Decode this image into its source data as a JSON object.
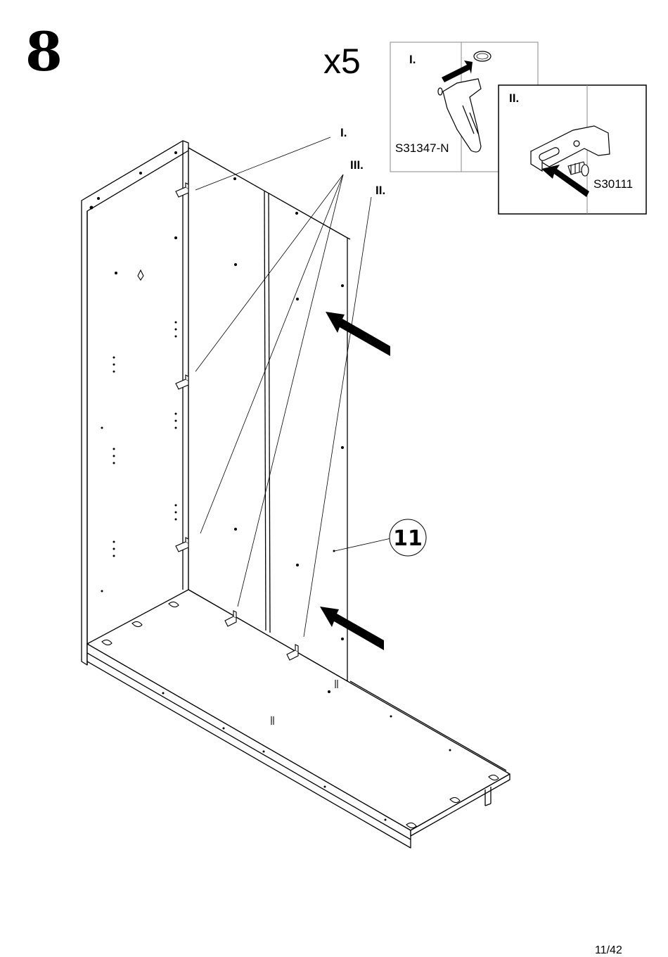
{
  "step": {
    "number": "8",
    "quantity": "x5"
  },
  "labels": {
    "detail_1": "I.",
    "detail_2": "II.",
    "detail_3": "III."
  },
  "detail_1": {
    "label": "I.",
    "part_code": "S31347-N"
  },
  "detail_2": {
    "label": "II.",
    "part_code": "S30111"
  },
  "part_callout": {
    "number": "11"
  },
  "footer": {
    "page": "11/42"
  },
  "icons": [
    "arrow-icon",
    "bracket-icon",
    "screw-icon",
    "cam-cap-icon"
  ],
  "colors": {
    "line": "#000000",
    "background": "#ffffff"
  }
}
